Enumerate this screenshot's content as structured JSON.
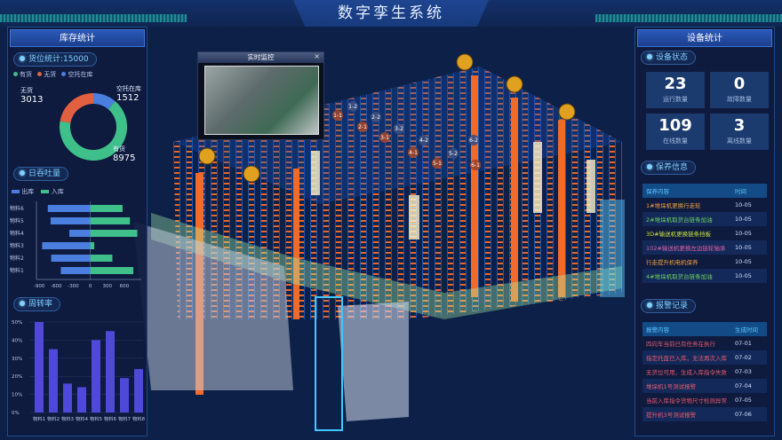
{
  "title": "数字孪生系统",
  "monitor": {
    "title": "实时监控",
    "close": "×"
  },
  "rack_labels": [
    "1-1",
    "1-2",
    "2-1",
    "2-2",
    "3-1",
    "3-2",
    "4-1",
    "4-2",
    "5-1",
    "5-2",
    "6-1",
    "6-2"
  ],
  "left": {
    "header": "库存统计",
    "storage": {
      "title": "货位统计:15000",
      "legend": [
        "有货",
        "无货",
        "空托在库"
      ],
      "slices": [
        {
          "name": "有货",
          "value": 8975,
          "color": "#3fbf8a"
        },
        {
          "name": "无货",
          "value": 3013,
          "color": "#e0603f"
        },
        {
          "name": "空托在库",
          "value": 1512,
          "color": "#4a7fe0"
        }
      ]
    },
    "throughput": {
      "title": "日吞吐量",
      "legend": [
        "出库",
        "入库"
      ]
    },
    "turnover": {
      "title": "周转率"
    }
  },
  "chart_data": [
    {
      "type": "pie",
      "title": "货位统计:15000",
      "labels": [
        "有货",
        "无货",
        "空托在库"
      ],
      "values": [
        8975,
        3013,
        1512
      ]
    },
    {
      "type": "bar",
      "orientation": "horizontal",
      "title": "日吞吐量",
      "categories": [
        "物料6",
        "物料5",
        "物料4",
        "物料3",
        "物料2",
        "物料1"
      ],
      "series": [
        {
          "name": "出库",
          "values": [
            -750,
            -700,
            -370,
            -850,
            -690,
            -520
          ],
          "color": "#4a7fe0"
        },
        {
          "name": "入库",
          "values": [
            570,
            700,
            830,
            70,
            390,
            760
          ],
          "color": "#3fbf8a"
        }
      ],
      "xticks": [
        -900,
        -600,
        -300,
        0,
        300,
        600
      ],
      "xlim": [
        -950,
        900
      ]
    },
    {
      "type": "bar",
      "title": "周转率",
      "categories": [
        "物料1",
        "物料2",
        "物料3",
        "物料4",
        "物料5",
        "物料6",
        "物料7",
        "物料8"
      ],
      "values": [
        50,
        35,
        16,
        14,
        40,
        45,
        19,
        24
      ],
      "yticks": [
        "0%",
        "10%",
        "20%",
        "30%",
        "40%",
        "50%"
      ],
      "ylim": [
        0,
        50
      ],
      "color": "#5048d8"
    }
  ],
  "right": {
    "header": "设备统计",
    "status": {
      "title": "设备状态",
      "cards": [
        {
          "value": "23",
          "label": "运行数量"
        },
        {
          "value": "0",
          "label": "故障数量"
        },
        {
          "value": "109",
          "label": "在线数量"
        },
        {
          "value": "3",
          "label": "离线数量"
        }
      ]
    },
    "maintenance": {
      "title": "保养信息",
      "columns": [
        "保养内容",
        "时间"
      ],
      "rows": [
        {
          "text": "1#堆垛机更换行走轮",
          "time": "10-05",
          "color": "#f0a040"
        },
        {
          "text": "2#堆垛机取货台链条加油",
          "time": "10-05",
          "color": "#6ed060"
        },
        {
          "text": "3D#输送机更换链条挡板",
          "time": "10-05",
          "color": "#c8e040"
        },
        {
          "text": "102#输送机更换左边链轮轴承",
          "time": "10-05",
          "color": "#e060a0"
        },
        {
          "text": "行走提升机电机保养",
          "time": "10-05",
          "color": "#f0a040"
        },
        {
          "text": "4#堆垛机取货台链条加油",
          "time": "10-05",
          "color": "#6ed060"
        }
      ]
    },
    "alarms": {
      "title": "报警记录",
      "columns": [
        "报警内容",
        "生成时间"
      ],
      "rows": [
        {
          "text": "四向车当前已有任务在执行",
          "time": "07-01"
        },
        {
          "text": "指定托盘已入库，无法再次入库",
          "time": "07-02"
        },
        {
          "text": "无货位可用，生成入库指令失败",
          "time": "07-03"
        },
        {
          "text": "堆垛机1号测试报警",
          "time": "07-04"
        },
        {
          "text": "当前入库指令货物尺寸检测异常",
          "time": "07-05"
        },
        {
          "text": "提升机3号测试报警",
          "time": "07-06"
        }
      ]
    }
  }
}
